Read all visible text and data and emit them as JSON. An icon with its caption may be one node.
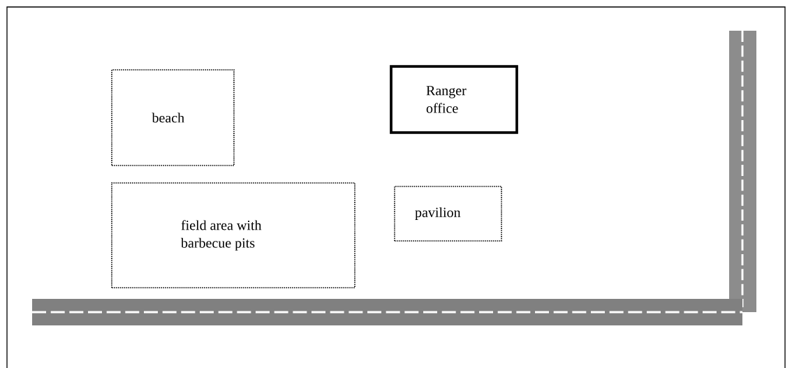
{
  "diagram": {
    "nodes": [
      {
        "text": [
          "beach"
        ]
      },
      {
        "text": [
          "Ranger office"
        ]
      },
      {
        "text": [
          "field area with barbecue pits"
        ]
      },
      {
        "text": [
          "pavilion"
        ]
      }
    ]
  }
}
